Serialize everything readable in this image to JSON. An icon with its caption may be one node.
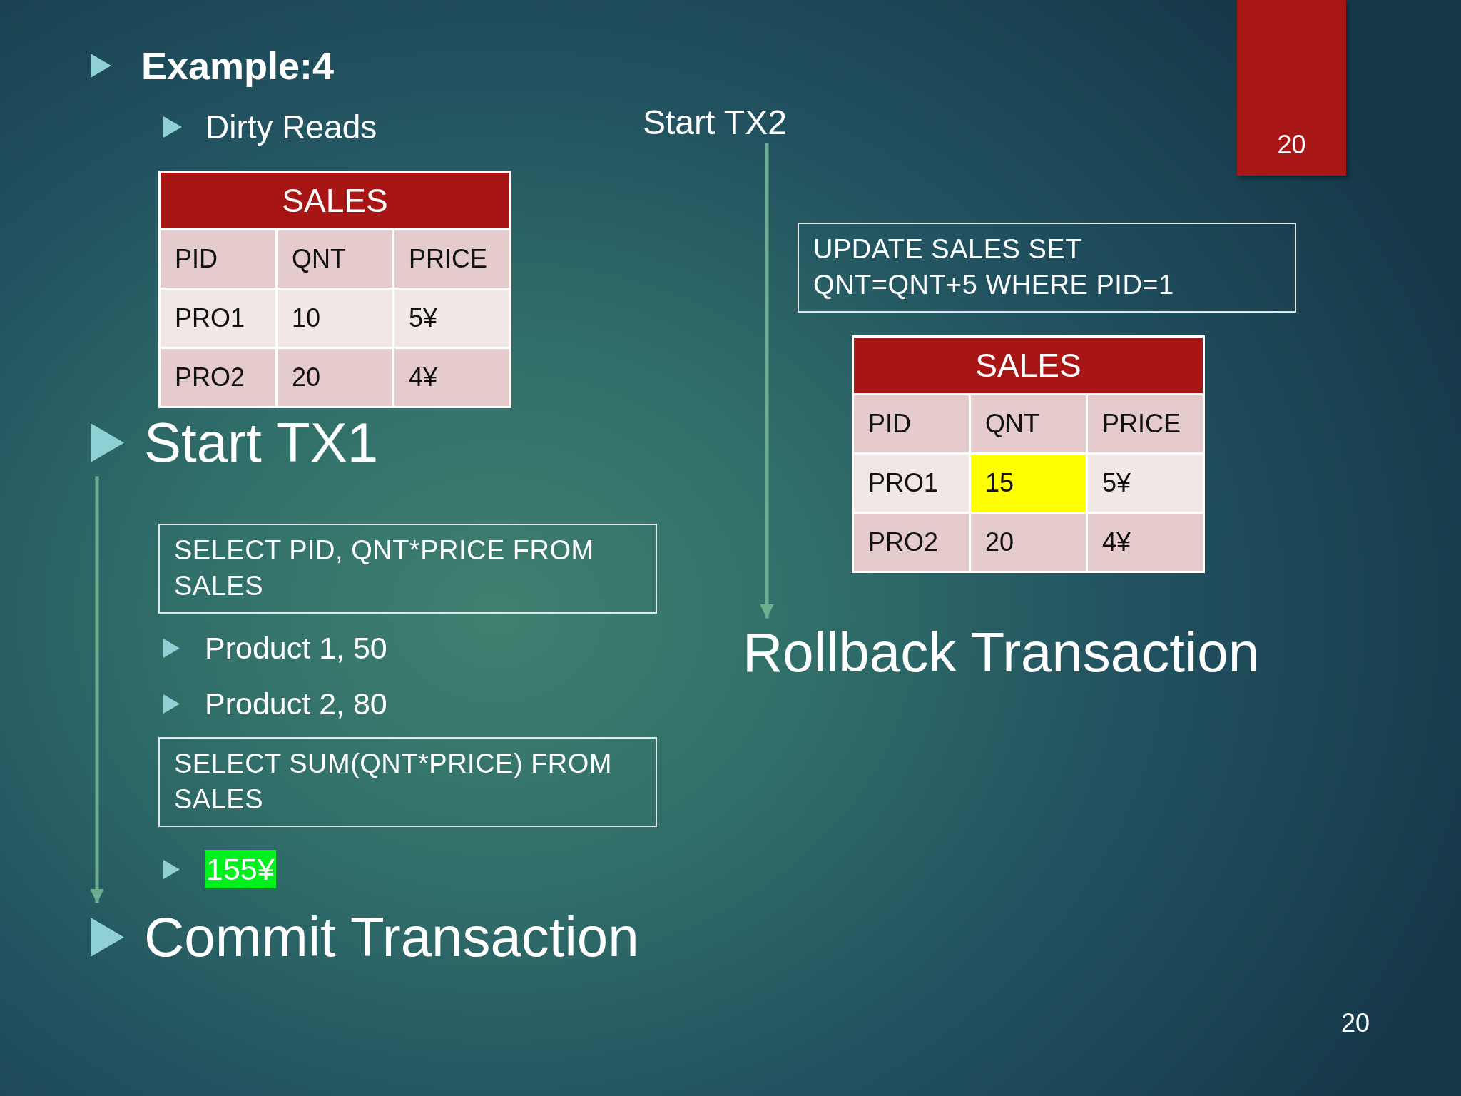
{
  "diagram": {
    "title": "Example:4",
    "nodes": [
      {
        "text": [
          "20"
        ]
      },
      {
        "text": [
          "SALES",
          "PID",
          "QNT",
          "PRICE",
          "PRO1",
          "10",
          "5¥",
          "PRO2",
          "20",
          "4¥"
        ]
      },
      {
        "text": [
          "Start TX1"
        ]
      },
      {
        "text": [
          "SELECT PID, QNT*PRICE FROM SALES"
        ]
      },
      {
        "text": [
          "SELECT SUM(QNT*PRICE) FROM SALES"
        ]
      },
      {
        "text": [
          "Commit Transaction"
        ]
      },
      {
        "text": [
          "Start TX2"
        ]
      },
      {
        "text": [
          "UPDATE SALES SET QNT=QNT+5 WHERE PID=1"
        ]
      },
      {
        "text": [
          "SALES",
          "PID",
          "QNT",
          "PRICE",
          "PRO1",
          "15",
          "5¥",
          "PRO2",
          "20",
          "4¥"
        ]
      },
      {
        "text": [
          "Rollback Transaction"
        ]
      }
    ],
    "edges": [
      {
        "from": 2,
        "to": 5,
        "arrow": "to"
      },
      {
        "from": 6,
        "to": 9,
        "arrow": "to"
      }
    ],
    "labels": [
      "Dirty Reads",
      "Product 1, 50",
      "Product 2, 80",
      "155¥",
      "20"
    ]
  }
}
